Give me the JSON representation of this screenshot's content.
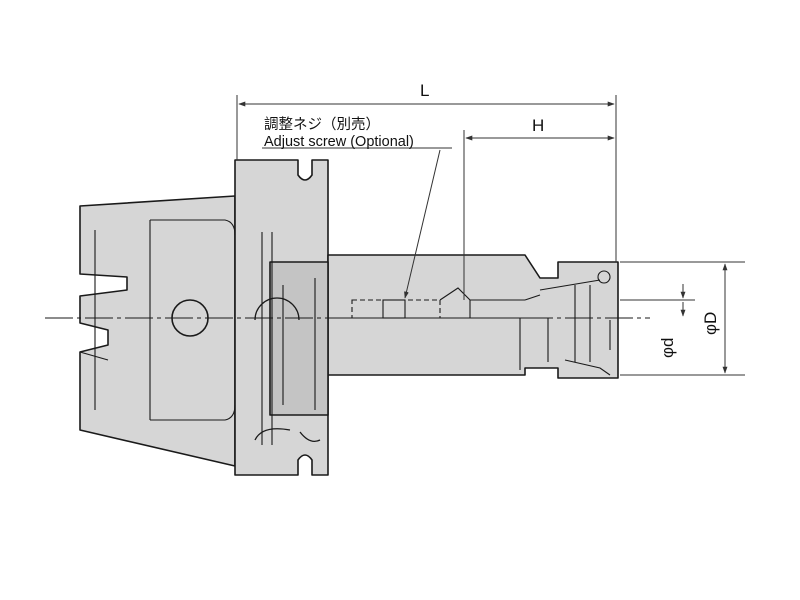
{
  "labels": {
    "adjust_screw_jp": "調整ネジ（別売）",
    "adjust_screw_en": "Adjust screw (Optional)",
    "dim_L": "L",
    "dim_H": "H",
    "dim_d": "φd",
    "dim_D": "φD"
  },
  "colors": {
    "body_fill": "#d6d6d6",
    "body_shade": "#c4c4c4",
    "highlight": "#efefef",
    "line": "#1a1a1a",
    "dim_line": "#333333"
  }
}
